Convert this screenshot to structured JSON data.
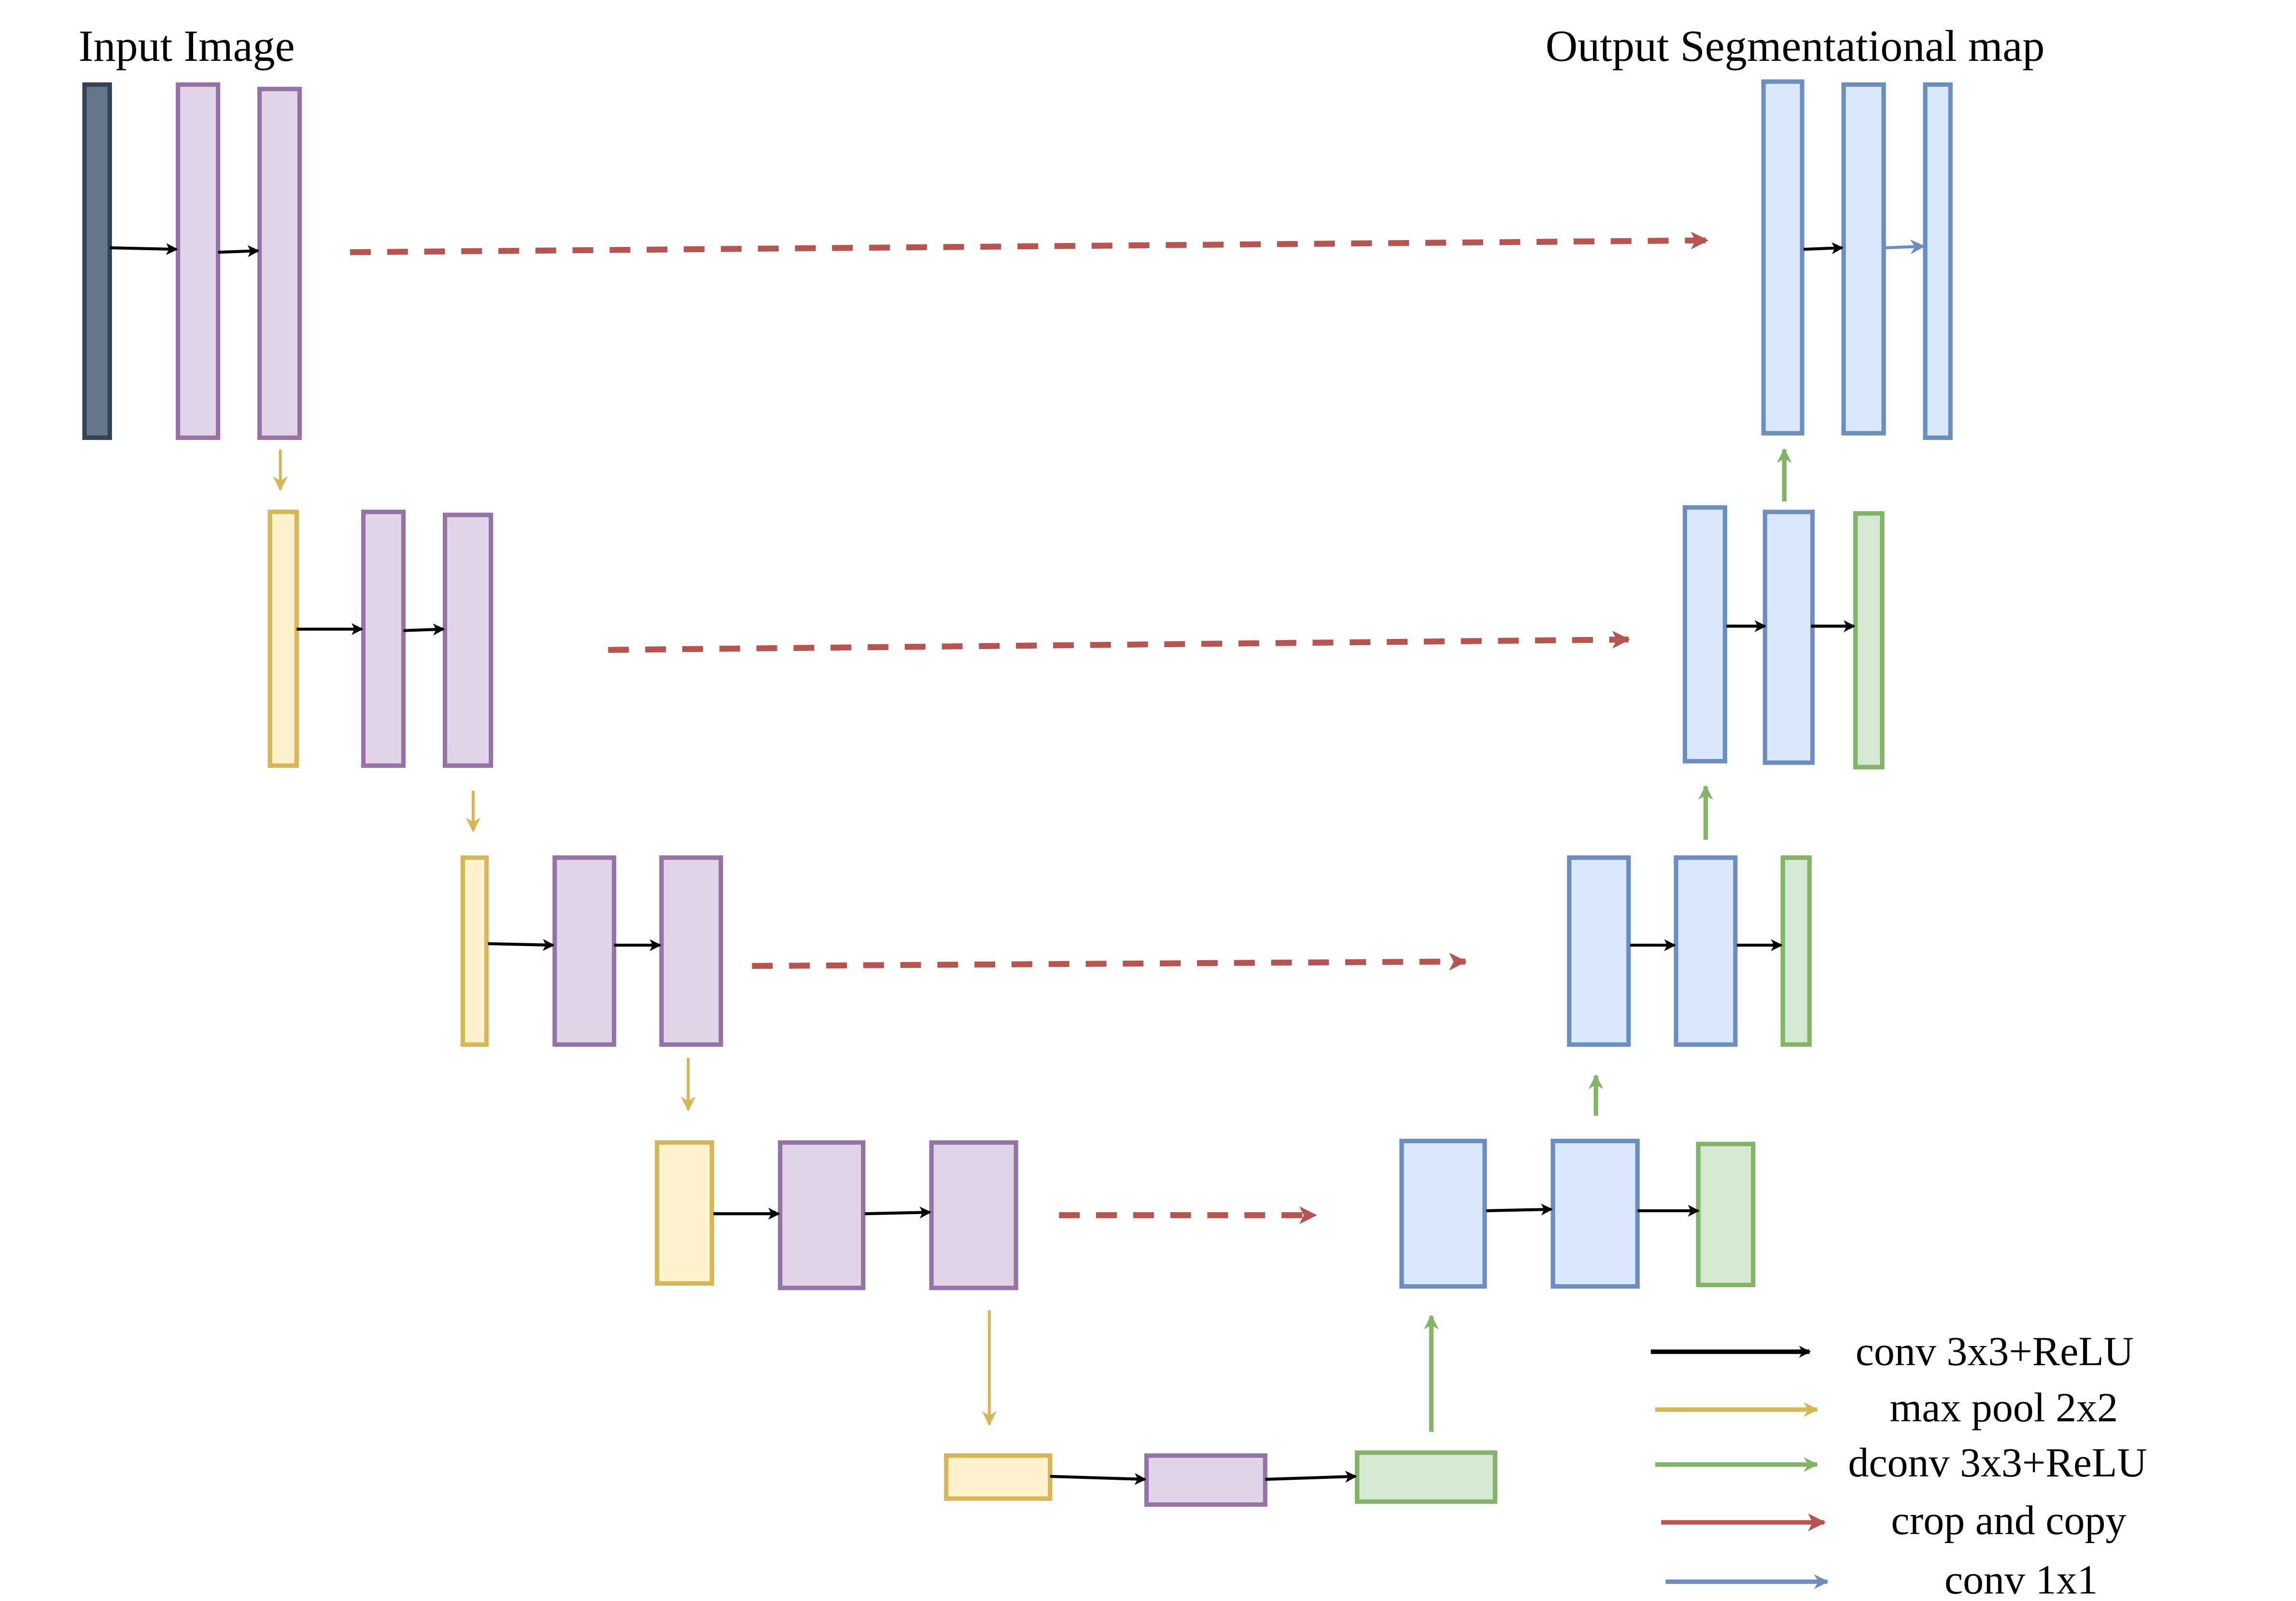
{
  "titles": {
    "input": "Input Image",
    "output": "Output Segmentational map"
  },
  "colors": {
    "input_fill": "#647687",
    "input_stroke": "#314354",
    "conv_fill": "#e1d5e7",
    "conv_stroke": "#9673a6",
    "pool_fill": "#fff2cc",
    "pool_stroke": "#d6b656",
    "up_fill": "#dae8fc",
    "up_stroke": "#6c8ebf",
    "dconv_fill": "#d5e8d4",
    "dconv_stroke": "#82b366",
    "conv_arrow": "#000000",
    "pool_arrow": "#d6b656",
    "dconv_arrow": "#82b366",
    "crop_arrow": "#b85450",
    "conv1x1_arrow": "#6c8ebf"
  },
  "legend": [
    {
      "label": "conv 3x3+ReLU",
      "type": "conv"
    },
    {
      "label": "max pool 2x2",
      "type": "pool"
    },
    {
      "label": "dconv 3x3+ReLU",
      "type": "dconv"
    },
    {
      "label": "crop and copy",
      "type": "crop"
    },
    {
      "label": "conv 1x1",
      "type": "conv1x1"
    }
  ],
  "levels": [
    {
      "level": 1,
      "encoder": [
        "input",
        "conv",
        "conv"
      ],
      "decoder": [
        "up",
        "up",
        "up"
      ]
    },
    {
      "level": 2,
      "encoder": [
        "pool",
        "conv",
        "conv"
      ],
      "decoder": [
        "up",
        "up",
        "dconv"
      ]
    },
    {
      "level": 3,
      "encoder": [
        "pool",
        "conv",
        "conv"
      ],
      "decoder": [
        "up",
        "up",
        "dconv"
      ]
    },
    {
      "level": 4,
      "encoder": [
        "pool",
        "conv",
        "conv"
      ],
      "decoder": [
        "up",
        "up",
        "dconv"
      ]
    },
    {
      "level": 5,
      "bottleneck": [
        "pool",
        "conv",
        "dconv"
      ]
    }
  ]
}
